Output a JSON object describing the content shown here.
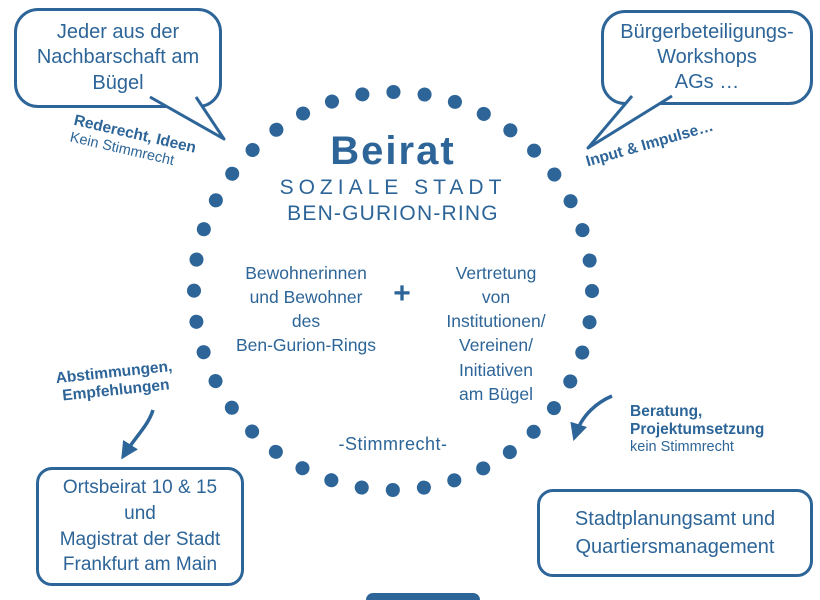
{
  "colors": {
    "accent": "#2d6598",
    "background": "#ffffff"
  },
  "center": {
    "title": "Beirat",
    "subtitle1": "SOZIALE STADT",
    "subtitle2": "BEN-GURION-RING",
    "left_group": "Bewohnerinnen\nund Bewohner\ndes\nBen-Gurion-Rings",
    "plus": "+",
    "right_group": "Vertretung\nvon\nInstitutionen/\nVereinen/\nInitiativen\nam Bügel",
    "voting": "-Stimmrecht-"
  },
  "bubbles": {
    "top_left": "Jeder aus der\nNachbarschaft am\nBügel",
    "top_right": "Bürgerbeteiligungs-\nWorkshops\nAGs …"
  },
  "labels": {
    "top_left_bold": "Rederecht, Ideen",
    "top_left_note": "Kein Stimmrecht",
    "top_right_bold": "Input & Impulse…",
    "bottom_left_bold": "Abstimmungen,\nEmpfehlungen",
    "bottom_right_bold": "Beratung,\nProjektumsetzung",
    "bottom_right_note": "kein Stimmrecht"
  },
  "boxes": {
    "bottom_left": "Ortsbeirat 10 & 15\nund\nMagistrat der Stadt\nFrankfurt am Main",
    "bottom_right": "Stadtplanungsamt und\nQuartiersmanagement"
  }
}
